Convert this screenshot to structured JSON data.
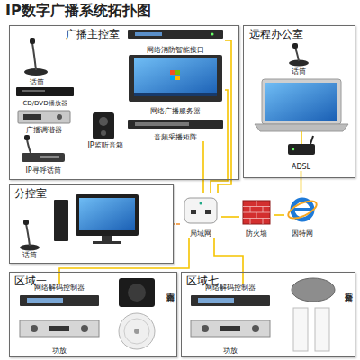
{
  "diagram": {
    "title": "IP数字广播系统拓扑图",
    "nodes": [
      {
        "text": [
          "广播主控室"
        ]
      },
      {
        "text": [
          "话筒"
        ],
        "in": 0
      },
      {
        "text": [
          "网络消防智能接口"
        ],
        "in": 0
      },
      {
        "text": [
          "网络广播服务器"
        ],
        "in": 0
      },
      {
        "text": [
          "CD/DVD播放器"
        ],
        "in": 0
      },
      {
        "text": [
          "广播调谐器"
        ],
        "in": 0
      },
      {
        "text": [
          "音频采播矩阵"
        ],
        "in": 0
      },
      {
        "text": [
          "IP监听音箱"
        ],
        "in": 0
      },
      {
        "text": [
          "IP寻呼话筒"
        ],
        "in": 0
      },
      {
        "text": [
          "远程办公室"
        ]
      },
      {
        "text": [
          "话筒"
        ],
        "in": 9
      },
      {
        "text": [
          "ADSL"
        ],
        "in": 9
      },
      {
        "text": [
          "分控室"
        ]
      },
      {
        "text": [
          "话筒"
        ],
        "in": 12
      },
      {
        "text": [
          "局域网"
        ]
      },
      {
        "text": [
          "防火墙"
        ]
      },
      {
        "text": [
          "因特网"
        ]
      },
      {
        "text": [
          "区域一"
        ]
      },
      {
        "text": [
          "网络解码控制器"
        ],
        "in": 17
      },
      {
        "text": [
          "室内音箱"
        ],
        "in": 17
      },
      {
        "text": [
          "功放"
        ],
        "in": 17
      },
      {
        "text": [
          "区域七"
        ]
      },
      {
        "text": [
          "网络解码控制器"
        ],
        "in": 21
      },
      {
        "text": [
          "室外音箱"
        ],
        "in": 21
      },
      {
        "text": [
          "功放"
        ],
        "in": 21
      }
    ],
    "edges": [
      {
        "from": 2,
        "to": 14,
        "arrow": "none"
      },
      {
        "from": 3,
        "to": 14,
        "arrow": "none"
      },
      {
        "from": 6,
        "to": 14,
        "arrow": "none"
      },
      {
        "from": 14,
        "to": 15,
        "arrow": "none"
      },
      {
        "from": 15,
        "to": 16,
        "arrow": "none"
      },
      {
        "from": 16,
        "to": 11,
        "arrow": "none"
      },
      {
        "from": 14,
        "to": 12,
        "arrow": "none"
      },
      {
        "from": 14,
        "to": 18,
        "arrow": "none"
      },
      {
        "from": 14,
        "to": 22,
        "arrow": "none"
      }
    ]
  }
}
